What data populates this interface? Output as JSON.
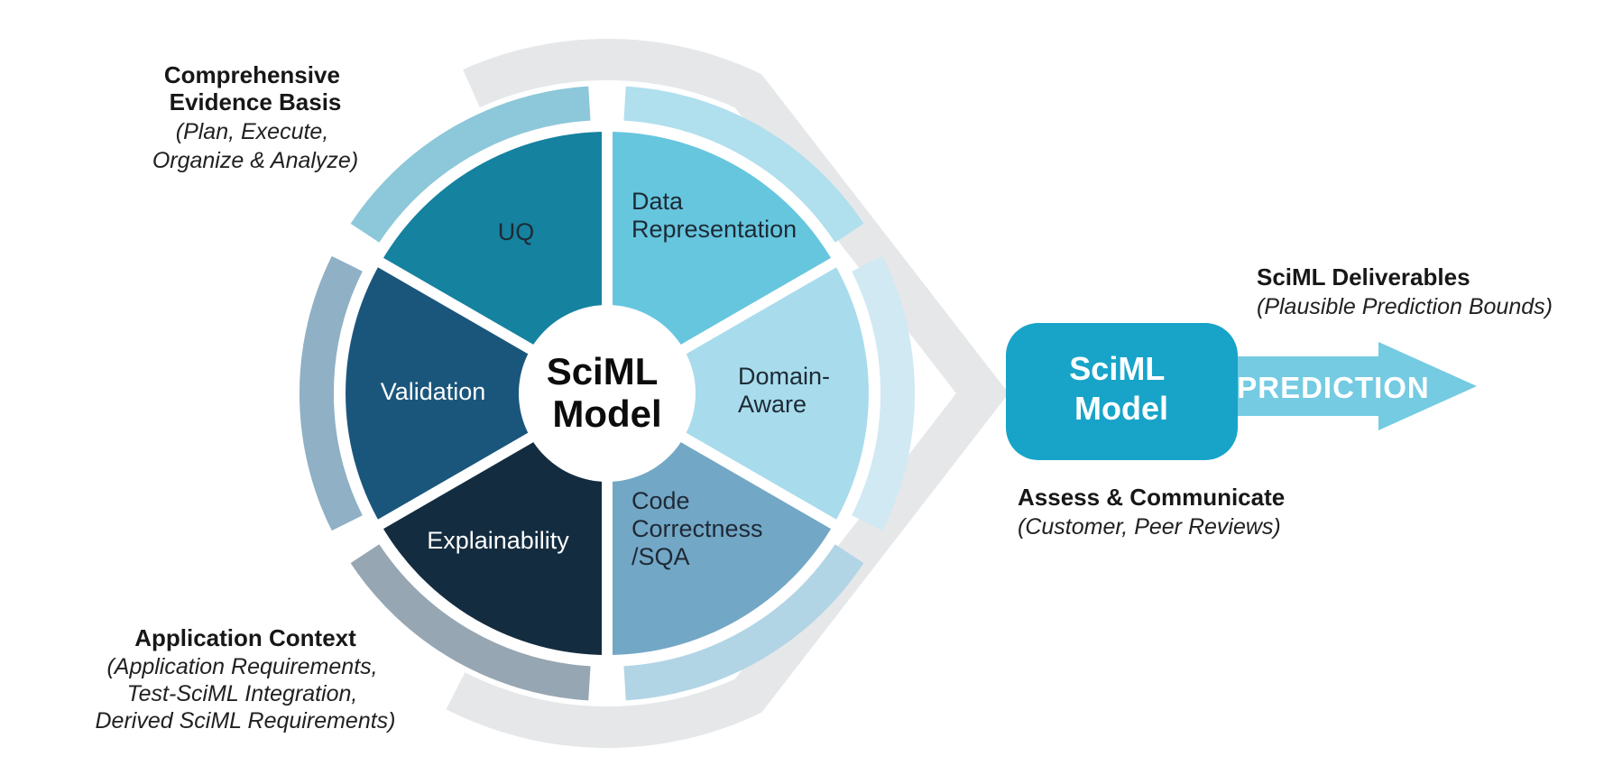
{
  "diagram": {
    "background": "#ffffff",
    "annotations": {
      "top_left": {
        "title_line1": "Comprehensive",
        "title_line2": "Evidence Basis",
        "sub_line1": "(Plan, Execute,",
        "sub_line2": "Organize & Analyze)"
      },
      "bottom_left": {
        "title": "Application Context",
        "sub_line1": "(Application Requirements,",
        "sub_line2": "Test-SciML Integration,",
        "sub_line3": "Derived SciML Requirements)"
      },
      "deliverables": {
        "title": "SciML Deliverables",
        "subtitle": "(Plausible Prediction Bounds)"
      },
      "assess": {
        "title": "Assess & Communicate",
        "subtitle": "(Customer, Peer Reviews)"
      }
    },
    "wheel": {
      "center_line1": "SciML",
      "center_line2": "Model",
      "arc_color": "#e6e7e9",
      "divider_color": "#ffffff",
      "segments": [
        {
          "id": "data-representation",
          "line1": "Data",
          "line2": "Representation",
          "color": "#66c6de",
          "ring_color": "#b0dfee",
          "text_color": "#1e2a36"
        },
        {
          "id": "domain-aware",
          "line1": "Domain-",
          "line2": "Aware",
          "color": "#a8dcec",
          "ring_color": "#d0e9f3",
          "text_color": "#1e2a36"
        },
        {
          "id": "code-correctness-sqa",
          "line1": "Code",
          "line2": "Correctness",
          "line3": "/SQA",
          "color": "#73a7c6",
          "ring_color": "#b2d5e6",
          "text_color": "#1e2a36"
        },
        {
          "id": "explainability",
          "line1": "Explainability",
          "color": "#142c3f",
          "ring_color": "#96a6b2",
          "text_color": "#ffffff"
        },
        {
          "id": "validation",
          "line1": "Validation",
          "color": "#1a567c",
          "ring_color": "#8fb0c5",
          "text_color": "#ffffff"
        },
        {
          "id": "uq",
          "line1": "UQ",
          "color": "#15829f",
          "ring_color": "#8cc8d9",
          "text_color": "#1e2a36"
        }
      ]
    },
    "output": {
      "box_line1": "SciML",
      "box_line2": "Model",
      "box_color": "#17a4c8",
      "arrow_label": "PREDICTION",
      "arrow_color": "#74cbe2"
    }
  }
}
